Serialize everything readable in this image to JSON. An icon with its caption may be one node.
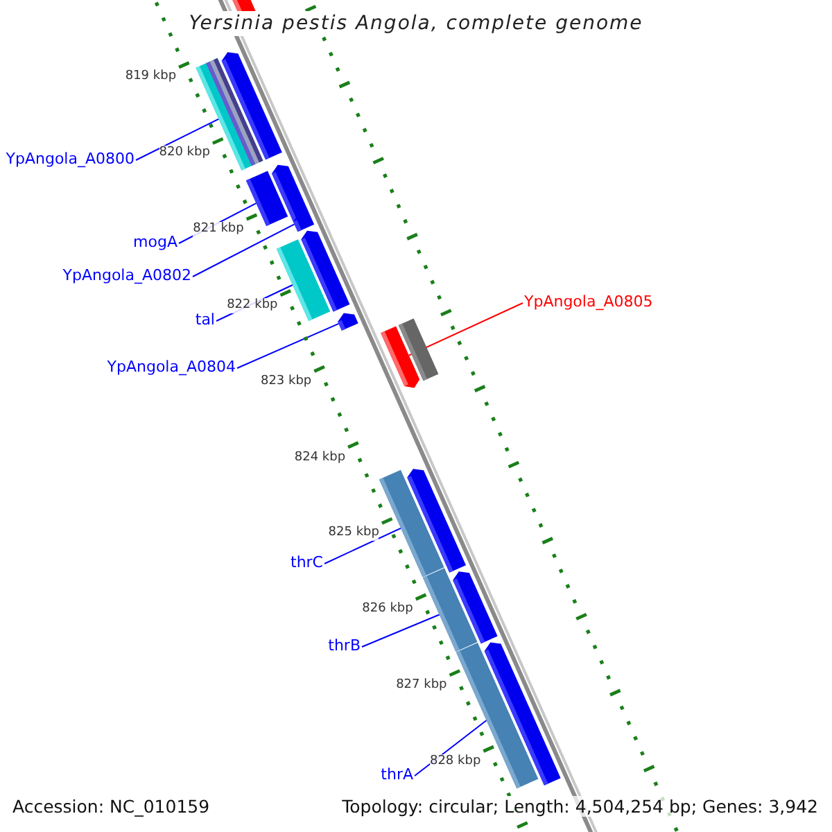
{
  "diagram": {
    "title": "Yersinia pestis Angola, complete genome",
    "nodes": [
      {
        "text": [
          "YpAngola_A0800"
        ]
      },
      {
        "text": [
          "mogA"
        ]
      },
      {
        "text": [
          "YpAngola_A0802"
        ]
      },
      {
        "text": [
          "tal"
        ]
      },
      {
        "text": [
          "YpAngola_A0804"
        ]
      },
      {
        "text": [
          "YpAngola_A0805"
        ]
      },
      {
        "text": [
          "thrC"
        ]
      },
      {
        "text": [
          "thrB"
        ]
      },
      {
        "text": [
          "thrA"
        ]
      },
      {
        "text": [],
        "shape": "bar"
      },
      {
        "text": [],
        "shape": "bar"
      },
      {
        "text": [],
        "shape": "bar"
      },
      {
        "text": [],
        "shape": "bar"
      },
      {
        "text": [],
        "shape": "bar"
      },
      {
        "text": [],
        "shape": "bar"
      },
      {
        "text": [],
        "shape": "bar"
      },
      {
        "text": [],
        "shape": "bar"
      },
      {
        "text": [],
        "shape": "bar"
      }
    ],
    "edges": [
      {
        "from": 0,
        "to": 9,
        "arrow": "none"
      },
      {
        "from": 1,
        "to": 10,
        "arrow": "none"
      },
      {
        "from": 2,
        "to": 11,
        "arrow": "none"
      },
      {
        "from": 3,
        "to": 12,
        "arrow": "none"
      },
      {
        "from": 4,
        "to": 13,
        "arrow": "none"
      },
      {
        "from": 5,
        "to": 14,
        "arrow": "none",
        "color": "#ff0000"
      },
      {
        "from": 6,
        "to": 15,
        "arrow": "none"
      },
      {
        "from": 7,
        "to": 16,
        "arrow": "none"
      },
      {
        "from": 8,
        "to": 17,
        "arrow": "none"
      }
    ],
    "labels": [
      "819 kbp",
      "820 kbp",
      "821 kbp",
      "822 kbp",
      "823 kbp",
      "824 kbp",
      "825 kbp",
      "826 kbp",
      "827 kbp",
      "828 kbp",
      "Accession: NC_010159",
      "Topology: circular; Length: 4,504,254 bp; Genes: 3,942"
    ]
  }
}
